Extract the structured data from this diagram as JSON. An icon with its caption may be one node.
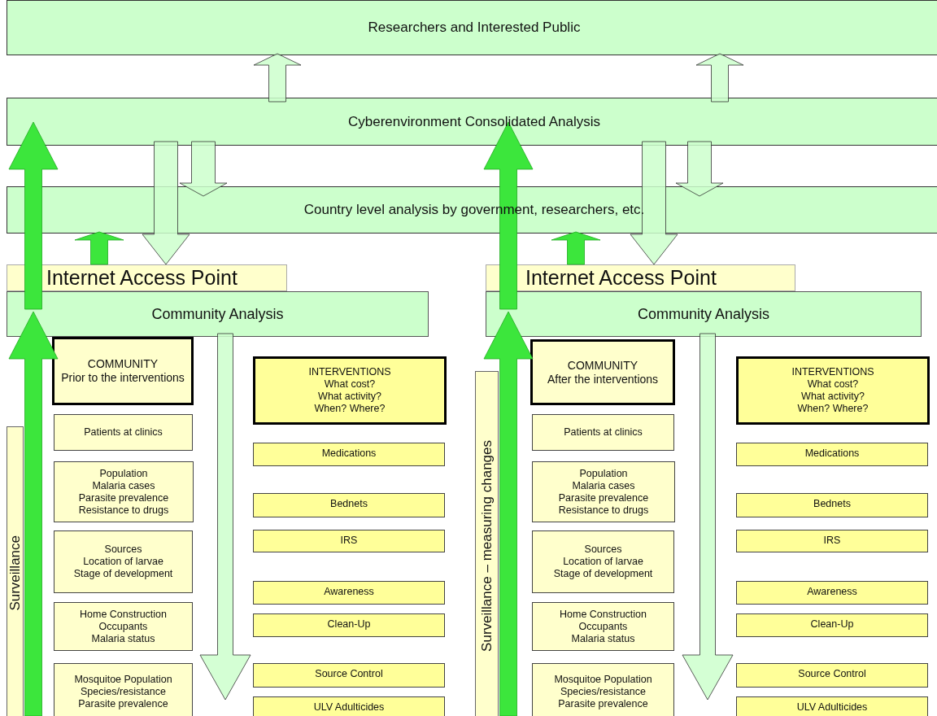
{
  "diagram": {
    "nodes": [
      {
        "text": [
          "Researchers and Interested Public"
        ]
      },
      {
        "text": [
          "Cyberenvironment Consolidated Analysis"
        ]
      },
      {
        "text": [
          "Country level analysis by  government, researchers, etc."
        ]
      },
      {
        "text": [
          "Internet Access Point"
        ]
      },
      {
        "text": [
          "Community Analysis"
        ]
      },
      {
        "text": [
          "Surveillance"
        ]
      },
      {
        "text": [
          "COMMUNITY",
          "Prior to the interventions"
        ]
      },
      {
        "text": [
          "Patients at clinics"
        ]
      },
      {
        "text": [
          "Population",
          "Malaria cases",
          "Parasite prevalence",
          "Resistance to drugs"
        ]
      },
      {
        "text": [
          "Sources",
          "Location of larvae",
          "Stage of development"
        ]
      },
      {
        "text": [
          "Home Construction",
          "Occupants",
          "Malaria status"
        ]
      },
      {
        "text": [
          "Mosquitoe Population",
          "Species/resistance",
          "Parasite prevalence"
        ]
      },
      {
        "text": [
          "INTERVENTIONS",
          "What cost?",
          "What activity?",
          "When? Where?"
        ]
      },
      {
        "text": [
          "Medications"
        ]
      },
      {
        "text": [
          "Bednets"
        ]
      },
      {
        "text": [
          "IRS"
        ]
      },
      {
        "text": [
          "Awareness"
        ]
      },
      {
        "text": [
          "Clean-Up"
        ]
      },
      {
        "text": [
          "Source Control"
        ]
      },
      {
        "text": [
          "ULV Adulticides"
        ]
      },
      {
        "text": [
          "Internet Access Point"
        ]
      },
      {
        "text": [
          "Community Analysis"
        ]
      },
      {
        "text": [
          "Surveillance – measuring changes"
        ]
      },
      {
        "text": [
          "COMMUNITY",
          "After the interventions"
        ]
      },
      {
        "text": [
          "Patients at clinics"
        ]
      },
      {
        "text": [
          "Population",
          "Malaria cases",
          "Parasite prevalence",
          "Resistance to drugs"
        ]
      },
      {
        "text": [
          "Sources",
          "Location of larvae",
          "Stage of development"
        ]
      },
      {
        "text": [
          "Home Construction",
          "Occupants",
          "Malaria status"
        ]
      },
      {
        "text": [
          "Mosquitoe Population",
          "Species/resistance",
          "Parasite prevalence"
        ]
      },
      {
        "text": [
          "INTERVENTIONS",
          "What cost?",
          "What activity?",
          "When? Where?"
        ]
      },
      {
        "text": [
          "Medications"
        ]
      },
      {
        "text": [
          "Bednets"
        ]
      },
      {
        "text": [
          "IRS"
        ]
      },
      {
        "text": [
          "Awareness"
        ]
      },
      {
        "text": [
          "Clean-Up"
        ]
      },
      {
        "text": [
          "Source Control"
        ]
      },
      {
        "text": [
          "ULV Adulticides"
        ]
      }
    ],
    "edges": [
      {
        "from": 1,
        "to": 0,
        "arrow": "to"
      },
      {
        "from": 1,
        "to": 0,
        "arrow": "to"
      },
      {
        "from": 1,
        "to": 2,
        "arrow": "to"
      },
      {
        "from": 1,
        "to": 3,
        "arrow": "to"
      },
      {
        "from": 1,
        "to": 2,
        "arrow": "to"
      },
      {
        "from": 1,
        "to": 20,
        "arrow": "to"
      },
      {
        "from": 3,
        "to": 2,
        "arrow": "to",
        "color": "#3ce63c"
      },
      {
        "from": 20,
        "to": 2,
        "arrow": "to",
        "color": "#3ce63c"
      },
      {
        "from": 4,
        "to": 1,
        "arrow": "to",
        "style": "thick",
        "color": "#3ce63c"
      },
      {
        "from": null,
        "to": 4,
        "arrow": "to",
        "style": "thick",
        "color": "#3ce63c"
      },
      {
        "from": 21,
        "to": 1,
        "arrow": "to",
        "style": "thick",
        "color": "#3ce63c"
      },
      {
        "from": null,
        "to": 21,
        "arrow": "to",
        "style": "thick",
        "color": "#3ce63c"
      },
      {
        "from": 4,
        "to": null,
        "arrow": "to"
      },
      {
        "from": 21,
        "to": null,
        "arrow": "to"
      }
    ]
  }
}
